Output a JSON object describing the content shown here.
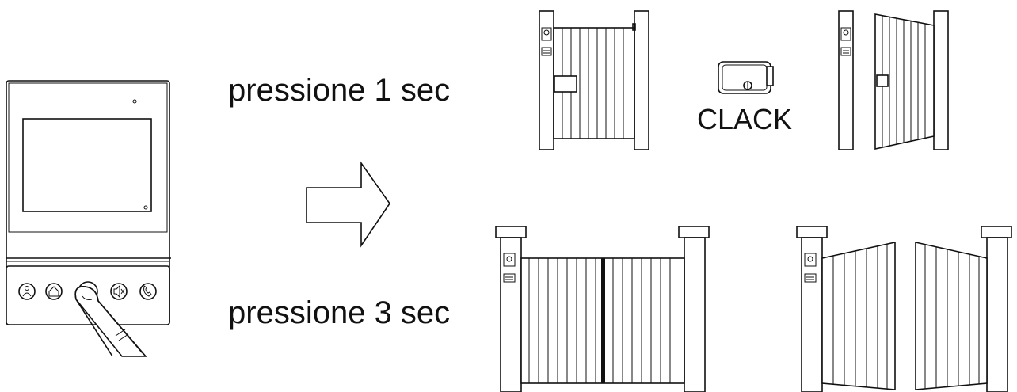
{
  "labels": {
    "press_short": "pressione 1 sec",
    "press_long": "pressione 3 sec",
    "lock_sound": "CLACK"
  },
  "icons": {
    "monitor_buttons": [
      "person-icon",
      "home-icon",
      "key-icon",
      "speaker-mute-icon",
      "phone-icon"
    ],
    "arrow": "right-arrow-icon",
    "lock": "electric-lock-icon"
  },
  "colors": {
    "line": "#111111",
    "background": "#ffffff"
  }
}
